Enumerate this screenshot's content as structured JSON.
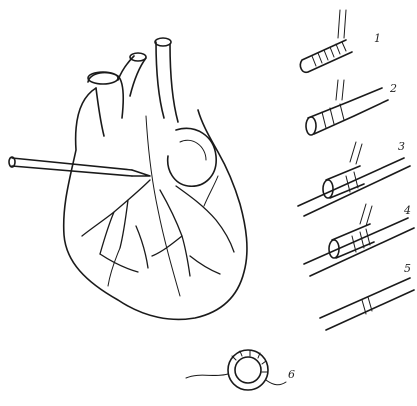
{
  "labels": {
    "step1": "1",
    "step2": "2",
    "step3": "3",
    "step4": "4",
    "step5": "5",
    "step6": "6"
  }
}
